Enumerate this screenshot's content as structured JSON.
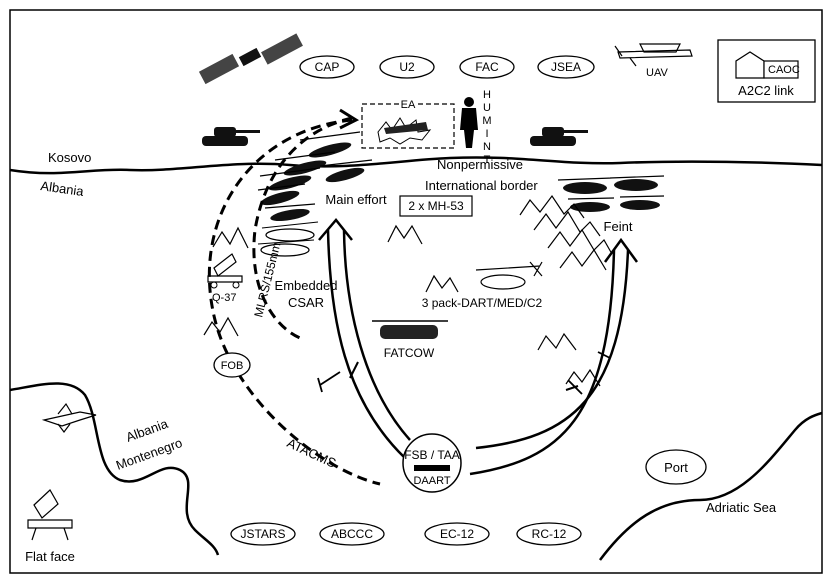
{
  "regions": {
    "kosovo": "Kosovo",
    "albania_north": "Albania",
    "albania_south": "Albania",
    "montenegro": "Montenegro",
    "adriatic": "Adriatic Sea"
  },
  "top_assets": [
    "CAP",
    "U2",
    "FAC",
    "JSEA"
  ],
  "bottom_assets": [
    "JSTARS",
    "ABCCC",
    "EC-12",
    "RC-12"
  ],
  "labels": {
    "uav": "UAV",
    "caoc": "CAOC",
    "a2c2": "A2C2 link",
    "ea": "EA",
    "humint": [
      "H",
      "U",
      "M",
      "I",
      "N",
      "T"
    ],
    "nonpermissive": "Nonpermissive",
    "international_border": "International border",
    "main_effort": "Main effort",
    "mh53": "2 x MH-53",
    "feint": "Feint",
    "mlrs": "MLRS/155mm",
    "q37": "Q-37",
    "embedded_csar": [
      "Embedded",
      "CSAR"
    ],
    "three_pack": "3 pack-DART/MED/C2",
    "fatcow": "FATCOW",
    "fob": "FOB",
    "atacms": "ATACMS",
    "fsb": "FSB / TAA",
    "daart": "DAART",
    "port": "Port",
    "flat_face": "Flat face"
  }
}
